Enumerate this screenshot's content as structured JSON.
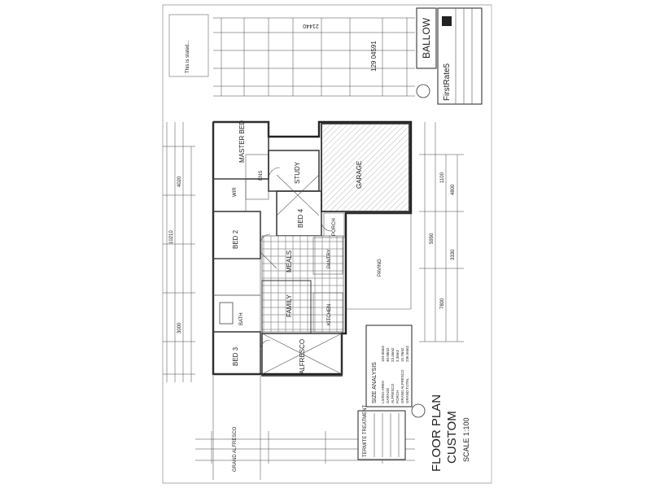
{
  "sheet": {
    "title_line1": "FLOOR PLAN",
    "title_line2": "CUSTOM",
    "scale": "SCALE 1:100",
    "drawing_name": "BALLOW",
    "rating_brand": "FirstRate5",
    "margin_note": "This is stated...",
    "revision_ref": "129 04591"
  },
  "rooms": {
    "master_bed": "MASTER BED",
    "ens": "ENS",
    "wir": "WIR",
    "study": "STUDY",
    "garage": "GARAGE",
    "bed4": "BED 4",
    "bed2": "BED 2",
    "meals": "MEALS",
    "pantry": "PANTRY",
    "porch": "PORCH",
    "family": "FAMILY",
    "kitchen": "KITCHEN",
    "bath": "BATH",
    "bed3": "BED 3",
    "alfresco": "ALFRESCO",
    "driveway": "PAVING",
    "grand_alfresco": "GRAND ALFRESCO"
  },
  "size_analysis": {
    "heading": "SIZE ANALYSIS",
    "rows": [
      {
        "label": "LIVING AREA",
        "value": "153.06m2"
      },
      {
        "label": "GARAGE",
        "value": "40.98m2"
      },
      {
        "label": "ALFRESCO",
        "value": "23.46m2"
      },
      {
        "label": "PORCH",
        "value": "3.36m2"
      },
      {
        "label": "GRAND ALFRESCO",
        "value": "15.70m2"
      },
      {
        "label": "GRAND TOTAL",
        "value": "236.56m2"
      }
    ]
  },
  "termite": {
    "heading": "TERMITE TREATMENT"
  },
  "dimensions": {
    "overall_width": "21440",
    "overall_length": "10210",
    "side_a": "4020",
    "side_b": "3000",
    "side_c": "5950",
    "side_d": "7800",
    "side_e": "4800",
    "side_f": "3330",
    "side_g": "1100"
  },
  "colors": {
    "ink": "#222222",
    "paper": "#ffffff"
  }
}
